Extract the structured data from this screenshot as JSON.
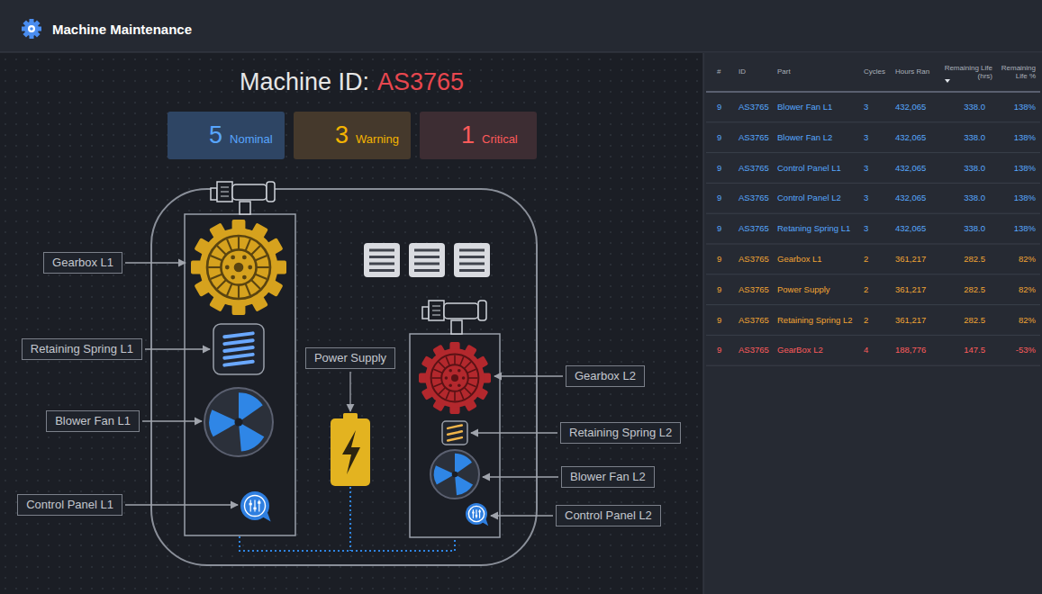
{
  "diagram": {
    "title": "Machine Maintenance",
    "nodes": [
      {
        "text": [
          "5",
          "Nominal"
        ]
      },
      {
        "text": [
          "3",
          "Warning"
        ]
      },
      {
        "text": [
          "1",
          "Critical"
        ]
      },
      {
        "text": [
          "Gearbox L1"
        ]
      },
      {
        "text": [
          "Retaining Spring L1"
        ]
      },
      {
        "text": [
          "Power Supply"
        ]
      },
      {
        "text": [
          "Gearbox L2"
        ]
      },
      {
        "text": [
          "Blower Fan L1"
        ]
      },
      {
        "text": [
          "Retaining Spring L2"
        ]
      },
      {
        "text": [
          "Blower Fan L2"
        ]
      },
      {
        "text": [
          "Control Panel L1"
        ]
      },
      {
        "text": [
          "Control Panel L2"
        ]
      }
    ],
    "labels": [
      "Machine ID:",
      "AS3765",
      "#",
      "ID",
      "Part",
      "Cycles",
      "Hours Ran",
      "Remaining Life (hrs)",
      "Remaining Life %",
      "9",
      "AS3765",
      "Blower Fan L1",
      "3",
      "432,065",
      "338.0",
      "138%",
      "9",
      "AS3765",
      "Blower Fan L2",
      "3",
      "432,065",
      "338.0",
      "138%",
      "9",
      "AS3765",
      "Control Panel L1",
      "3",
      "432,065",
      "338.0",
      "138%",
      "9",
      "AS3765",
      "Control Panel L2",
      "3",
      "432,065",
      "338.0",
      "138%",
      "9",
      "AS3765",
      "Retaning Spring L1",
      "3",
      "432,065",
      "338.0",
      "138%",
      "9",
      "AS3765",
      "Gearbox L1",
      "2",
      "361,217",
      "282.5",
      "82%",
      "9",
      "AS3765",
      "Power Supply",
      "2",
      "361,217",
      "282.5",
      "82%",
      "9",
      "AS3765",
      "Retaining Spring L2",
      "2",
      "361,217",
      "282.5",
      "82%",
      "9",
      "AS3765",
      "GearBox L2",
      "4",
      "188,776",
      "147.5",
      "-53%"
    ]
  }
}
